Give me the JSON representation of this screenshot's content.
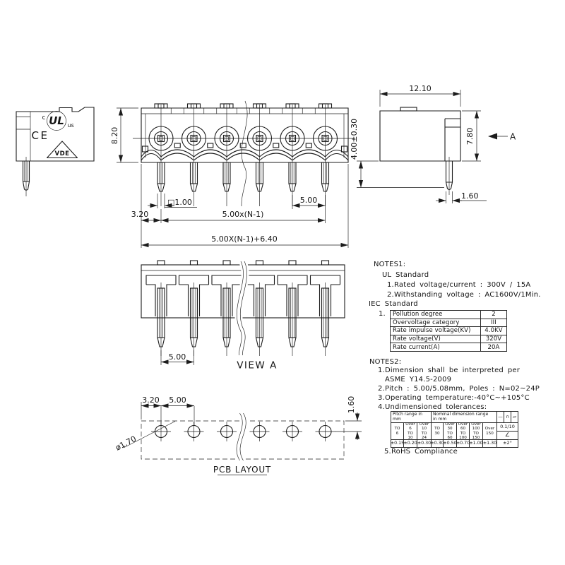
{
  "front": {
    "dim_height": "8.20",
    "dim_pin_sq": "□1.00",
    "dim_pitch_right": "5.00",
    "dim_edge": "3.20",
    "dim_pitch_total": "5.00x(N-1)",
    "dim_overall": "5.00X(N-1)+6.40"
  },
  "side": {
    "dim_depth": "12.10",
    "dim_pin_length": "4.00±0.30",
    "dim_height": "7.80",
    "dim_pin_width": "1.60",
    "section_label": "A"
  },
  "view_a": {
    "dim_pitch": "5.00",
    "label": "VIEW A"
  },
  "pcb": {
    "dim_edge": "3.20",
    "dim_pitch": "5.00",
    "dim_row_offset": "1.60",
    "dim_hole_dia": "ø1.70",
    "label": "PCB LAYOUT"
  },
  "logos": {
    "ul_c": "c",
    "ul": "UL",
    "ul_us": "us",
    "ce": "CE",
    "vde": "VDE"
  },
  "notes1": {
    "title": "NOTES1:",
    "ul_heading": "UL Standard",
    "items": [
      "1.Rated voltage/current : 300V / 15A",
      "2.Withstanding voltage : AC1600V/1Min."
    ],
    "iec_heading": "IEC Standard",
    "iec_index": "1."
  },
  "iec_table": {
    "rows": [
      [
        "Pollution degree",
        "2"
      ],
      [
        "Overvoltage category",
        "III"
      ],
      [
        "Rate impulse voltage(KV)",
        "4.0KV"
      ],
      [
        "Rate voltage(V)",
        "320V"
      ],
      [
        "Rate current(A)",
        "20A"
      ]
    ]
  },
  "notes2": {
    "title": "NOTES2:",
    "item1a": "1.Dimension shall be interpreted per",
    "item1b": "ASME Y14.5-2009",
    "item2": "2.Pitch : 5.00/5.08mm, Poles : N=02~24P",
    "item3": "3.Operating temperature:-40°C~+105°C",
    "item4": "4.Undimensioned tolerances:",
    "item5": "5.RoHS Compliance"
  },
  "tol_table": {
    "pitch_header": "Pitch range in\nmm",
    "nominal_header": "Nominal dimension range\nin mm",
    "symbols": [
      "—",
      "∩",
      "▱"
    ],
    "ranges": [
      "TO\n6",
      "Over 6\nTO\n10",
      "Over 10\nTO\n24",
      "TO\n30",
      "Over 30\nTO\n60",
      "Over 60\nTO\n100",
      "Over 100\nTO\n150",
      "Over\n150"
    ],
    "values": [
      "±0.15",
      "±0.20",
      "±0.30",
      "±0.30",
      "±0.50",
      "±0.70",
      "±1.00",
      "±1.30"
    ],
    "straightness": "0.1/10",
    "angle_symbol": "∠",
    "angle_value": "±2°"
  }
}
